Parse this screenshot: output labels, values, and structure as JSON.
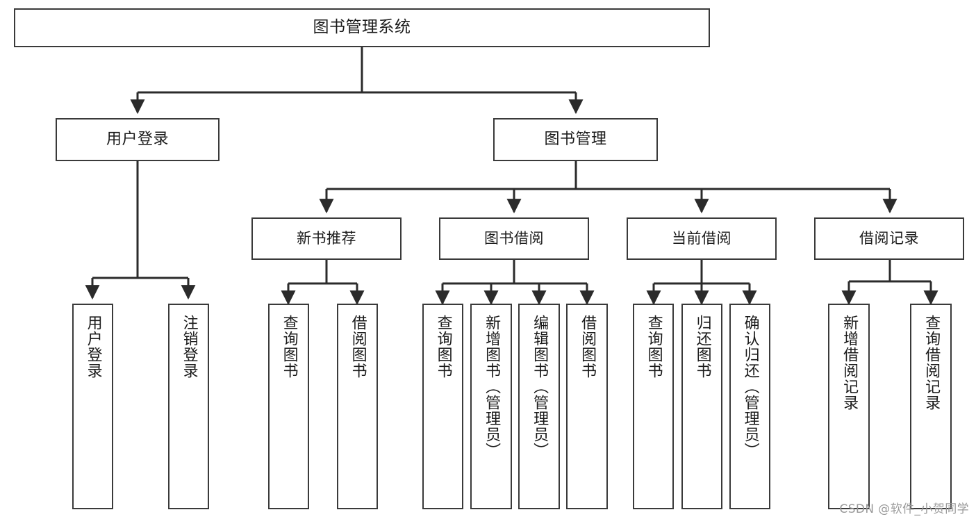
{
  "diagram": {
    "title": "图书管理系统",
    "type": "hierarchy-tree",
    "watermark": "CSDN @软件_小贺同学",
    "colors": {
      "background": "#ffffff",
      "node_border": "#3a3a3a",
      "node_fill": "#ffffff",
      "edge": "#2b2b2b",
      "text": "#1b1b1b",
      "watermark": "#9a9a9a"
    },
    "root": {
      "label": "图书管理系统"
    },
    "level1": [
      {
        "label": "用户登录"
      },
      {
        "label": "图书管理"
      }
    ],
    "level2": [
      {
        "label": "新书推荐"
      },
      {
        "label": "图书借阅"
      },
      {
        "label": "当前借阅"
      },
      {
        "label": "借阅记录"
      }
    ],
    "leaves": {
      "user_login": [
        {
          "label": "用户登录"
        },
        {
          "label": "注销登录"
        }
      ],
      "new_book_recommend": [
        {
          "label": "查询图书"
        },
        {
          "label": "借阅图书"
        }
      ],
      "book_borrow": [
        {
          "label": "查询图书"
        },
        {
          "label": "新增图书（管理员）"
        },
        {
          "label": "编辑图书（管理员）"
        },
        {
          "label": "借阅图书"
        }
      ],
      "current_borrow": [
        {
          "label": "查询图书"
        },
        {
          "label": "归还图书"
        },
        {
          "label": "确认归还（管理员）"
        }
      ],
      "borrow_record": [
        {
          "label": "新增借阅记录"
        },
        {
          "label": "查询借阅记录"
        }
      ]
    }
  }
}
